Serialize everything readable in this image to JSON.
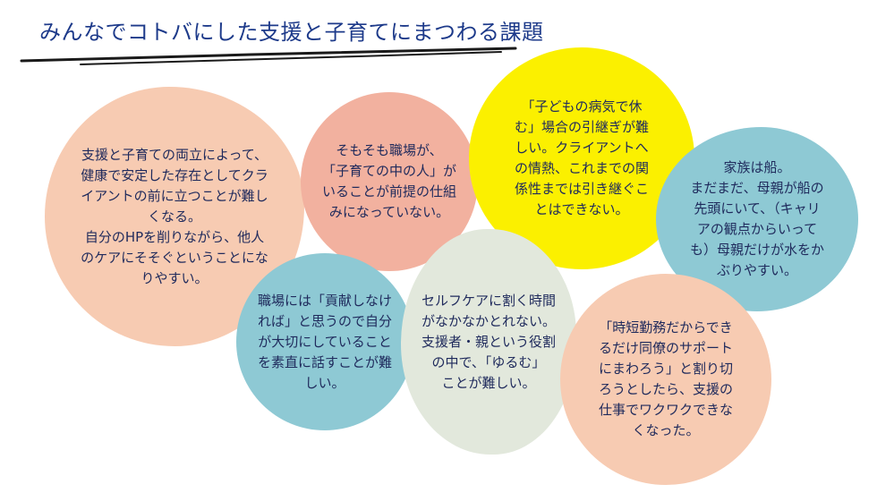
{
  "header": {
    "title": "みんなでコトバにした支援と子育てにまつわる課題"
  },
  "bubbles": {
    "b1": "支援と子育ての両立によって、\n健康で安定した存在としてクラ\nイアントの前に立つことが難し\nくなる。\n自分のHPを削りながら、他人\nのケアにそそぐということにな\nりやすい。",
    "b2": "そもそも職場が、\n「子育ての中の人」が\nいることが前提の仕組\nみになっていない。",
    "b3": "「子どもの病気で休\nむ」場合の引継ぎが難\nしい。クライアントへ\nの情熱、これまでの関\n係性までは引き継ぐこ\nとはできない。",
    "b4": "家族は船。\nまだまだ、母親が船の\n先頭にいて、（キャリ\nアの観点からいって\nも）母親だけが水をか\nぶりやすい。",
    "b5": "職場には「貢献しなけ\nれば」と思うので自分\nが大切にしていること\nを素直に話すことが難\nしい。",
    "b6": "セルフケアに割く時間\nがなかなかとれない。\n支援者・親という役割\nの中で、「ゆるむ」\nことが難しい。",
    "b7": "「時短勤務だからでき\nるだけ同僚のサポート\nにまわろう」と割り切\nろうとしたら、支援の\n仕事でワクワクできな\nくなった。"
  },
  "colors": {
    "title": "#1d3a8a",
    "text": "#1f2a5c",
    "peach": "#f7cbb2",
    "salmon": "#f2b19f",
    "yellow": "#fbf000",
    "teal": "#8ec9d4",
    "sage": "#e2e8dc"
  }
}
